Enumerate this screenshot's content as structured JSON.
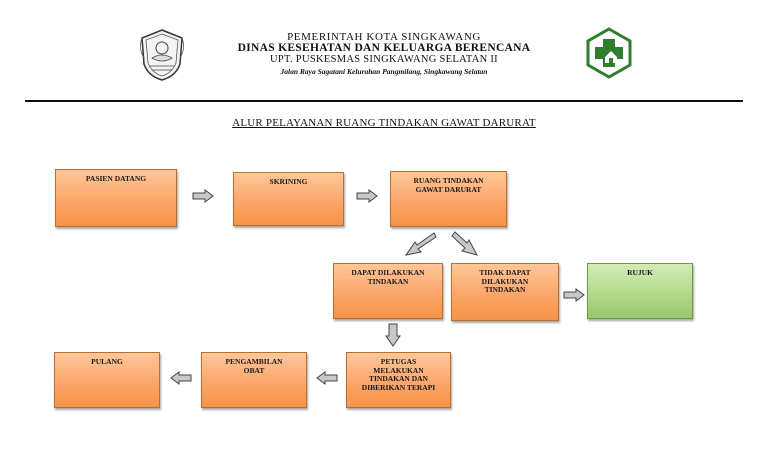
{
  "header": {
    "line1": "PEMERINTAH  KOTA  SINGKAWANG",
    "line2": "DINAS  KESEHATAN DAN KELUARGA BERENCANA",
    "line3": "UPT.  PUSKESMAS SINGKAWANG SELATAN II",
    "line4": "Jalan Raya Sagatani Kelurahan Pangmilang,  Singkawang Selatan"
  },
  "title": "ALUR PELAYANAN RUANG TINDAKAN GAWAT DARURAT",
  "boxes": {
    "pasien_datang": "PASIEN DATANG",
    "skrining": "SKRINING",
    "ruang_tindakan": "RUANG TINDAKAN\nGAWAT DARURAT",
    "dapat_dilakukan": "DAPAT DILAKUKAN\nTINDAKAN",
    "tidak_dapat": "TIDAK DAPAT\nDILAKUKAN\nTINDAKAN",
    "rujuk": "RUJUK",
    "petugas": "PETUGAS\nMELAKUKAN\nTINDAKAN DAN\nDIBERIKAN TERAPI",
    "pengambilan_obat": "PENGAMBILAN\nOBAT",
    "pulang": "PULANG"
  },
  "colors": {
    "box_fill": "#fba66a",
    "box_alt_fill": "#b2d98b",
    "arrow_fill": "#c8c8c8",
    "logo_green": "#2f7d2f"
  }
}
